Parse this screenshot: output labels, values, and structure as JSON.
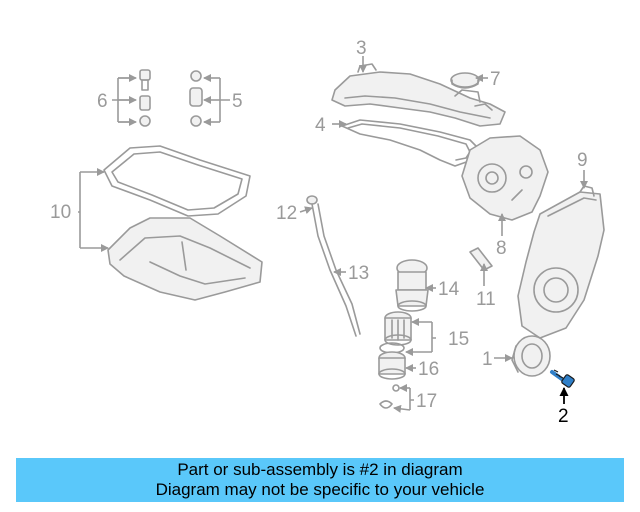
{
  "diagram": {
    "callouts": {
      "c1": "1",
      "c2": "2",
      "c3": "3",
      "c4": "4",
      "c5": "5",
      "c6": "6",
      "c7": "7",
      "c8": "8",
      "c9": "9",
      "c10": "10",
      "c11": "11",
      "c12": "12",
      "c13": "13",
      "c14": "14",
      "c15": "15",
      "c16": "16",
      "c17": "17"
    },
    "highlight_color": "#2f7fc8",
    "line_color": "#9a9a9a"
  },
  "banner": {
    "line1": "Part or sub-assembly is #2 in diagram",
    "line2": "Diagram may not be specific to your vehicle",
    "background": "#5ac8fa"
  }
}
